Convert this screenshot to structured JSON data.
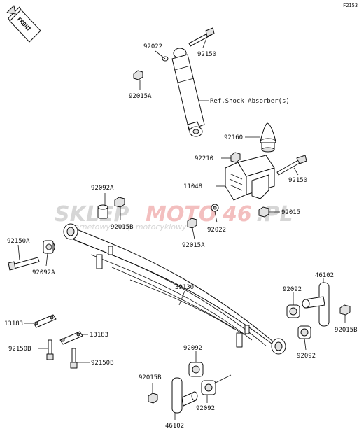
{
  "diagram_code": "F2153",
  "front_badge": "FRONT",
  "watermark": {
    "prefix": "SKLEP",
    "brand": "MOTO",
    "number": "46",
    "suffix": ".PL",
    "sub": "internetowy sklep motocyklowy"
  },
  "colors": {
    "line": "#111111",
    "watermark_gray": "#c8c8c8",
    "watermark_red": "#f0b0b0"
  },
  "labels": {
    "p92022_top": "92022",
    "p92150_top": "92150",
    "p92015a_top": "92015A",
    "ref_shock": "Ref.Shock Absorber(s)",
    "p92160": "92160",
    "p92210": "92210",
    "p92150_mid": "92150",
    "p11048": "11048",
    "p92092a_top": "92092A",
    "p92015_mid": "92015",
    "p92015b_left": "92015B",
    "p92022_mid": "92022",
    "p92015a_mid": "92015A",
    "p92150a": "92150A",
    "p92092a_left": "92092A",
    "p39130": "39130",
    "p46102_right": "46102",
    "p92092_right1": "92092",
    "p92015b_right": "92015B",
    "p92092_right2": "92092",
    "p13183_left": "13183",
    "p13183_right": "13183",
    "p92150b_left": "92150B",
    "p92150b_right": "92150B",
    "p92092_bottom1": "92092",
    "p92015b_bottom": "92015B",
    "p92092_bottom2": "92092",
    "p46102_bottom": "46102"
  }
}
